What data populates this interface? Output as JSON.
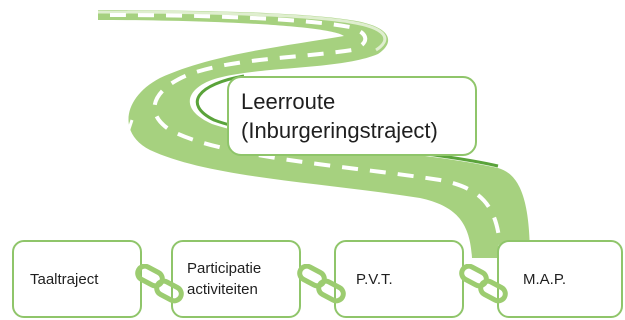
{
  "title": {
    "line1": "Leerroute",
    "line2": "(Inburgeringstraject)"
  },
  "steps": [
    {
      "line1": "Taaltraject",
      "line2": ""
    },
    {
      "line1": "Participatie",
      "line2": "activiteiten"
    },
    {
      "line1": "P.V.T.",
      "line2": ""
    },
    {
      "line1": "M.A.P.",
      "line2": ""
    }
  ],
  "colors": {
    "road": "#a6d17f",
    "road_edge": "#5aa33a",
    "box_border": "#8fc56a",
    "chain": "#9ccc70"
  },
  "icons": [
    "chain-link-icon",
    "chain-link-icon",
    "chain-link-icon"
  ]
}
